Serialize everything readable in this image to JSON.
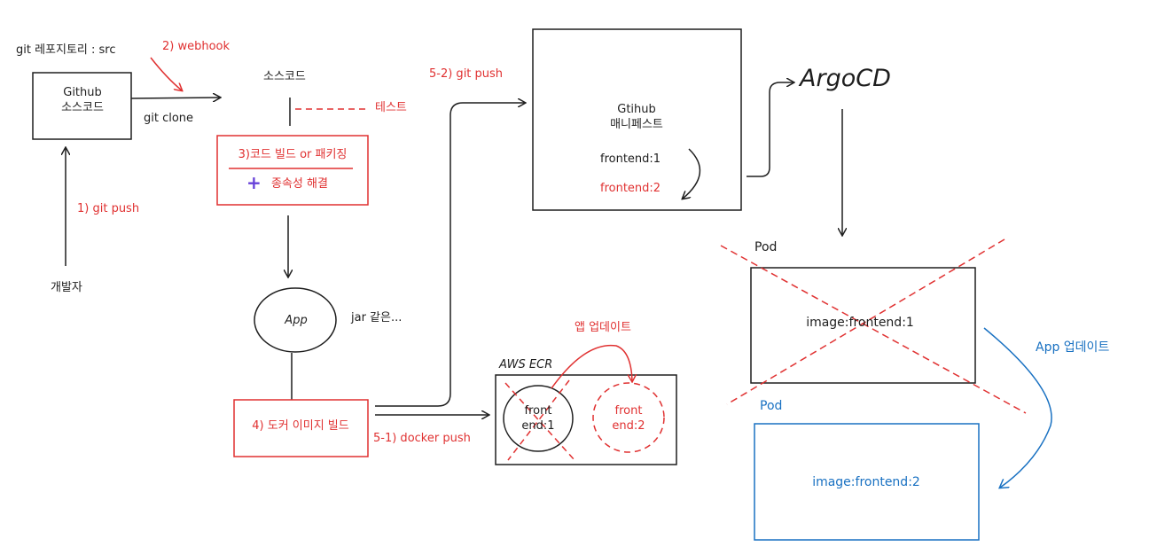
{
  "colors": {
    "ink": "#1e1e1e",
    "red": "#e03131",
    "blue": "#1971c2"
  },
  "labels": {
    "repo_caption": "git 레포지토리 : src",
    "webhook": "2) webhook",
    "github_line1": "Github",
    "github_line2": "소스코드",
    "git_clone": "git clone",
    "source_code": "소스코드",
    "test": "테스트",
    "build_title": "3)코드 빌드 or 패키징",
    "plus_glyph": "+",
    "dependency": "종속성 해결",
    "git_push_1": "1) git push",
    "developer": "개발자",
    "app": "App",
    "jar_like": "jar 같은...",
    "docker_build": "4) 도커 이미지 빌드",
    "docker_push": "5-1) docker push",
    "git_push_52": "5-2) git push",
    "manifest_line1": "Gtihub",
    "manifest_line2": "매니페스트",
    "frontend1": "frontend:1",
    "frontend2": "frontend:2",
    "argocd": "ArgoCD",
    "app_update": "앱 업데이트",
    "aws_ecr": "AWS ECR",
    "ecr_old_line1": "front",
    "ecr_old_line2": "end:1",
    "ecr_new_line1": "front",
    "ecr_new_line2": "end:2",
    "pod_old": "Pod",
    "pod_old_image": "image:frontend:1",
    "pod_new": "Pod",
    "pod_new_image": "image:frontend:2",
    "app_update_blue": "App 업데이트"
  }
}
